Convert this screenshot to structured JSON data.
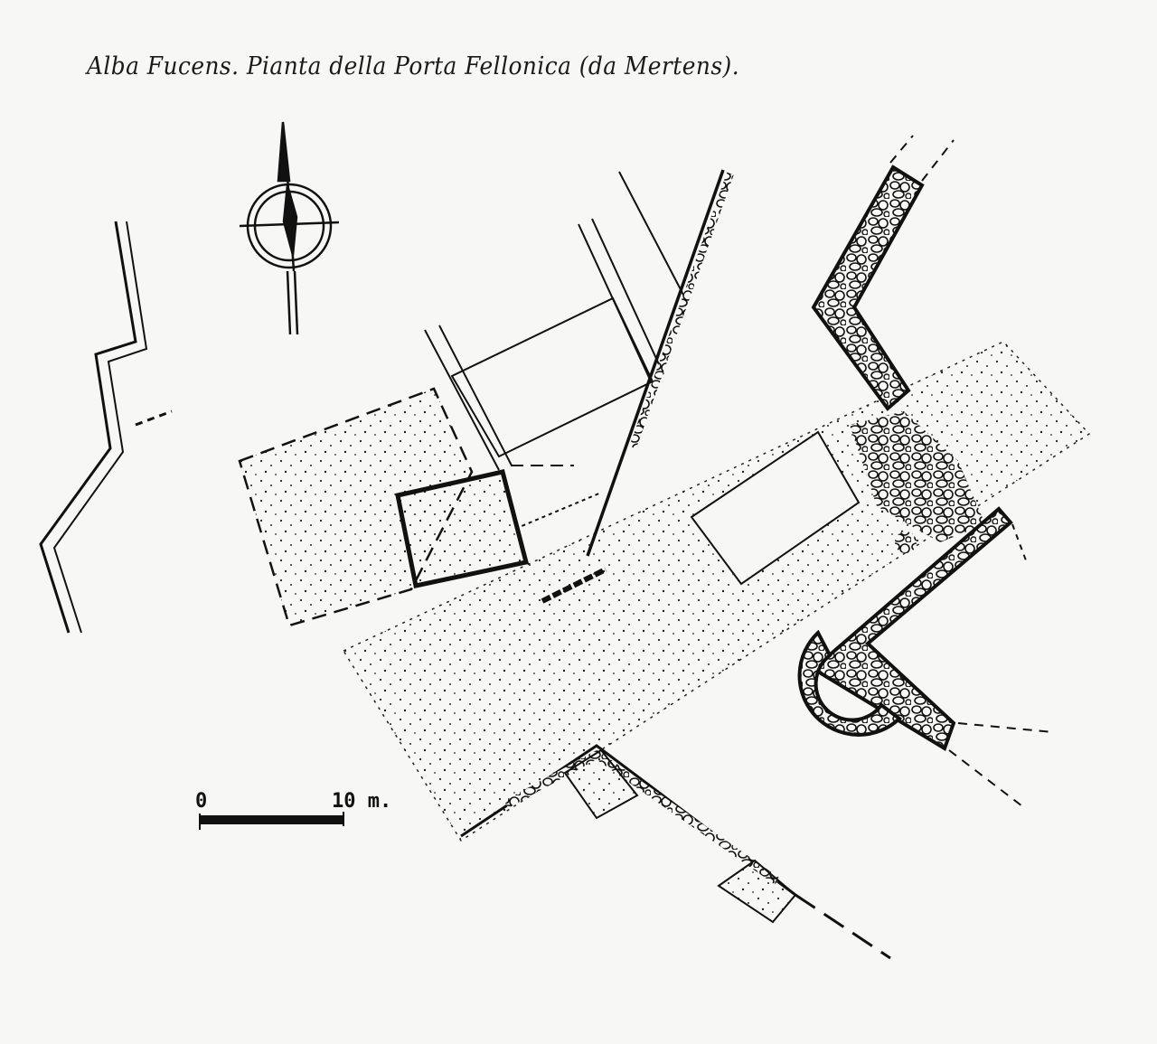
{
  "caption": "Alba Fucens. Pianta della Porta Fellonica (da Mertens).",
  "scale_bar": {
    "start_label": "0",
    "end_label": "10 m.",
    "length_m": 10
  },
  "colors": {
    "ink": "#111111",
    "paper": "#f7f7f5"
  }
}
